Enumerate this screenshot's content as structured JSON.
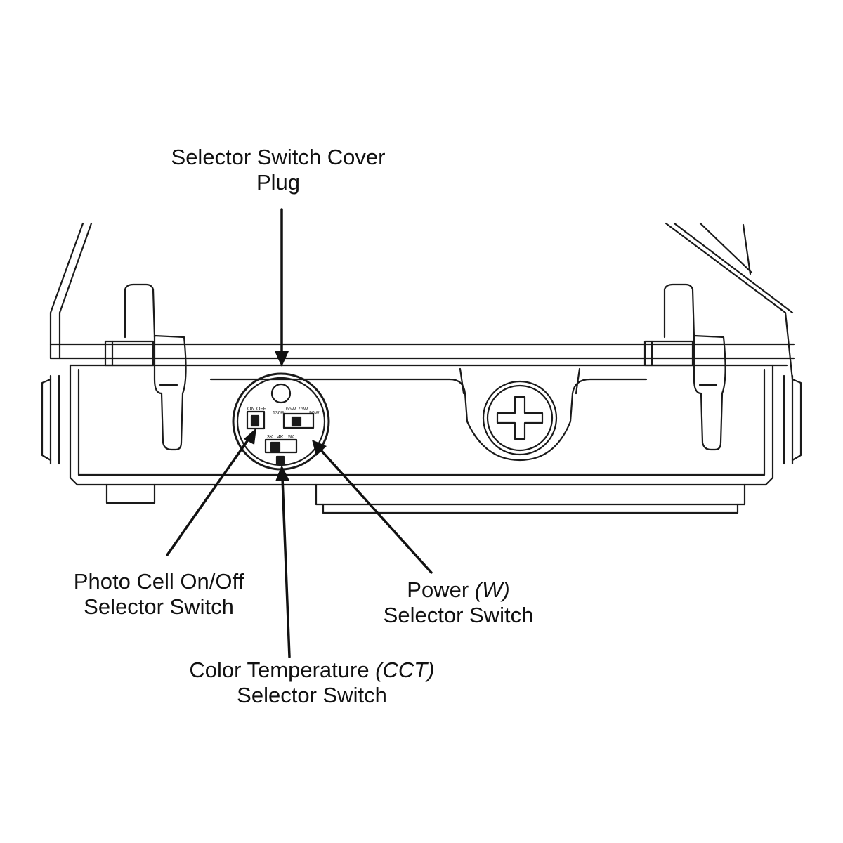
{
  "labels": {
    "cover_plug": {
      "line1": "Selector Switch Cover",
      "line2": "Plug"
    },
    "photo_cell": {
      "line1": "Photo Cell On/Off",
      "line2": "Selector Switch"
    },
    "power": {
      "line1_main": "Power ",
      "line1_italic": "(W)",
      "line2": "Selector Switch"
    },
    "cct": {
      "line1_main": "Color Temperature ",
      "line1_italic": "(CCT)",
      "line2": "Selector Switch"
    }
  },
  "switch_markings": {
    "photo_on": "ON",
    "photo_off": "OFF",
    "power_a": "130W",
    "power_b": "65W",
    "power_c": "75W",
    "power_d": "90W",
    "cct_a": "3K",
    "cct_b": "4K",
    "cct_c": "5K"
  },
  "colors": {
    "line": "#1a1a1a",
    "background": "#ffffff"
  }
}
